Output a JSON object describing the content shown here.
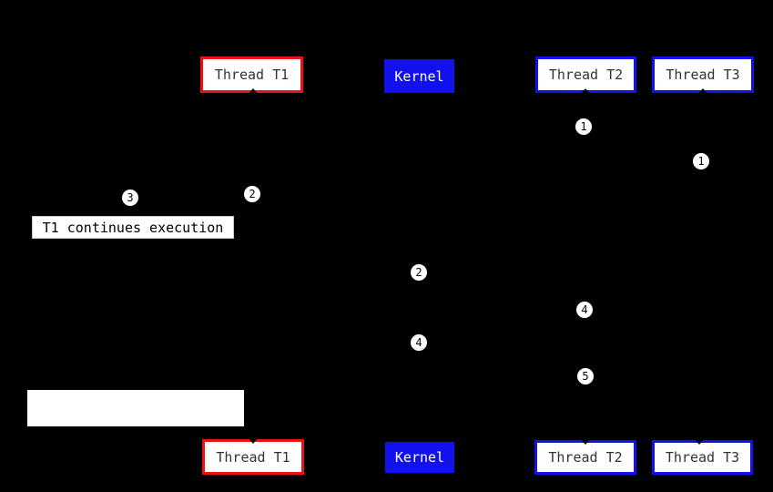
{
  "diagram": {
    "description": "Thread scheduling sequence diagram with two timeline rows of lifeline boxes (Thread T1, Kernel, Thread T2, Thread T3) and numbered step markers"
  },
  "colors": {
    "background": "#000000",
    "thread_t1_accent": "#ee1111",
    "kernel_accent": "#1111ee",
    "node_fill": "#ffffff",
    "node_text": "#333333",
    "kernel_text": "#ffffff",
    "badge_fill": "#ffffff",
    "badge_text": "#000000",
    "caption_text": "#000000"
  },
  "nodes": {
    "t1_top": {
      "label": "Thread T1"
    },
    "kernel_top": {
      "label": "Kernel"
    },
    "t2_top": {
      "label": "Thread T2"
    },
    "t3_top": {
      "label": "Thread T3"
    },
    "t1_bottom": {
      "label": "Thread T1"
    },
    "kernel_bottom": {
      "label": "Kernel"
    },
    "t2_bottom": {
      "label": "Thread T2"
    },
    "t3_bottom": {
      "label": "Thread T3"
    }
  },
  "annotations": {
    "t1_continues": "T1 continues execution"
  },
  "badges": [
    {
      "label": "1"
    },
    {
      "label": "1"
    },
    {
      "label": "2"
    },
    {
      "label": "3"
    },
    {
      "label": "2"
    },
    {
      "label": "4"
    },
    {
      "label": "4"
    },
    {
      "label": "5"
    }
  ]
}
